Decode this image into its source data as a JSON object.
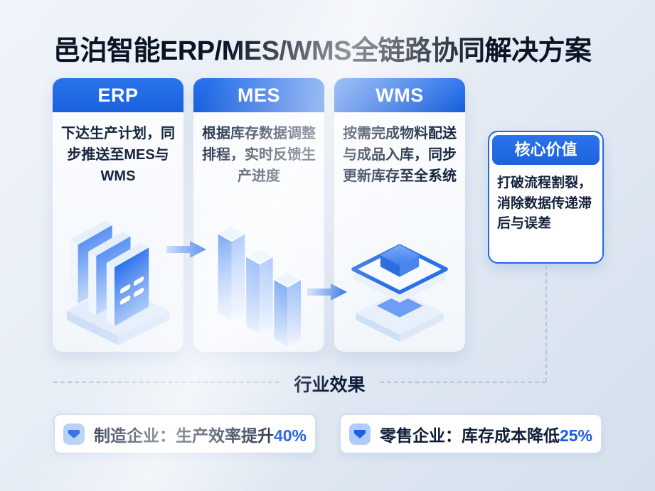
{
  "title": "邑泊智能ERP/MES/WMS全链路协同解决方案",
  "columns": [
    {
      "header": "ERP",
      "body": "下达生产计划，同步推送至MES与WMS",
      "illustration": "server-stack-icon"
    },
    {
      "header": "MES",
      "body": "根据库存数据调整排程，实时反馈生产进度",
      "illustration": "bar-columns-icon"
    },
    {
      "header": "WMS",
      "body": "按需完成物料配送与成品入库，同步更新库存至全系统",
      "illustration": "stacked-layers-icon"
    }
  ],
  "flow": {
    "arrows": [
      "erp-to-mes",
      "mes-to-wms"
    ]
  },
  "core_value": {
    "header": "核心价值",
    "body": "打破流程割裂，消除数据传递滞后与误差"
  },
  "divider": {
    "label": "行业效果"
  },
  "results": [
    {
      "icon": "pennant-icon",
      "label": "制造企业：生产效率提升",
      "value": "40%"
    },
    {
      "icon": "pennant-icon",
      "label": "零售企业：库存成本降低",
      "value": "25%"
    }
  ],
  "colors": {
    "accent_blue": "#1d66e4",
    "header_gradient_top": "#2b74ec",
    "header_gradient_bottom": "#1a60dd",
    "title_text": "#0a1424",
    "body_text": "#16243d",
    "percent_text": "#1a5ae8",
    "dashed_line": "#b2c5e0",
    "result_border": "#cfdef4",
    "background_top": "#f0f4fa",
    "background_bottom": "#d5e0ed"
  }
}
